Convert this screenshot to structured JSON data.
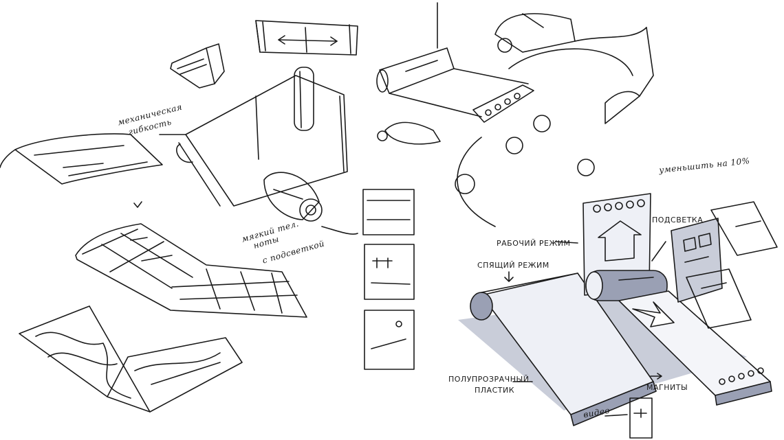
{
  "annotations": {
    "mechanical_bending": [
      "механическая",
      "гибкость"
    ],
    "soft_fabric_lighting": [
      "мягкий тел.",
      "ноты",
      "с подсветкой"
    ],
    "reduce_10": "уменьшить на 10%",
    "lighting": "ПОДСВЕТКА",
    "working_mode": "РАБОЧИЙ РЕЖИМ",
    "sleep_mode": "СПЯЩИЙ РЕЖИМ",
    "translucent_plastic": [
      "ПОЛУПРОЗРАЧНЫЙ",
      "ПЛАСТИК"
    ],
    "magnets": "МАГНИТЫ",
    "video": "видео"
  },
  "colors": {
    "ink": "#1a1a1a",
    "marker_gray": "#9aa0b4",
    "marker_light": "#c9cdd9",
    "paper": "#ffffff"
  }
}
